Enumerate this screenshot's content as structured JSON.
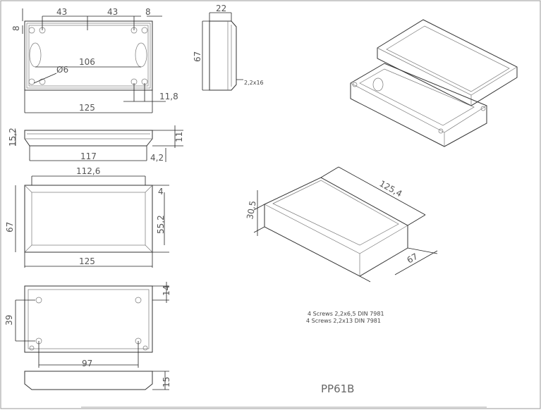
{
  "title": "PP61B",
  "notes": [
    "4 Screws 2,2x6,5   DIN 7981",
    "4 Screws 2,2x13 DIN 7981"
  ],
  "top_view": {
    "dim_left_43": "43",
    "dim_right_43": "43",
    "dim_8_top": "8",
    "dim_8_side": "8",
    "dim_106": "106",
    "dim_hole": "Ø6",
    "dim_11_8": "11,8",
    "dim_125": "125"
  },
  "side_view": {
    "dim_15_2": "15,2",
    "dim_11": "11",
    "dim_117": "117",
    "dim_4_2": "4,2"
  },
  "front_view": {
    "dim_112_6": "112,6",
    "dim_67": "67",
    "dim_55_2": "55,2",
    "dim_4": "4",
    "dim_125": "125"
  },
  "bottom_view": {
    "dim_14": "14",
    "dim_39": "39",
    "dim_97": "97"
  },
  "lid_side_view": {
    "dim_15": "15"
  },
  "end_view": {
    "dim_22": "22",
    "dim_67": "67",
    "dim_screw": "2,2x16"
  },
  "isometric": {
    "dim_length": "125,4",
    "dim_height": "30,5",
    "dim_width": "67"
  }
}
